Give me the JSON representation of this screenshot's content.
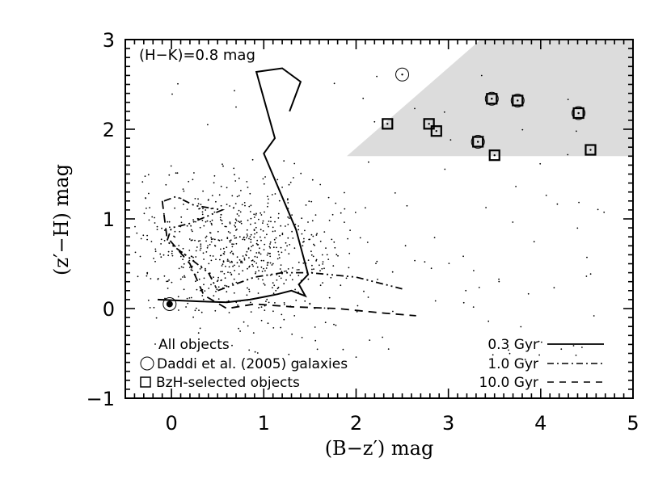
{
  "chart_data": {
    "type": "scatter",
    "title": "",
    "xlabel": "(B−z′) mag",
    "ylabel": "(z′−H) mag",
    "xlim": [
      -0.5,
      5
    ],
    "ylim": [
      -1,
      3
    ],
    "xticks": [
      "0",
      "1",
      "2",
      "3",
      "4",
      "5"
    ],
    "yticks": [
      "−1",
      "0",
      "1",
      "2",
      "3"
    ],
    "grid": false,
    "annotation": "(H−K)=0.8 mag",
    "selection_region": {
      "description": "shaded BzH selection region",
      "color": "#dcdcdc",
      "polygon": [
        [
          1.9,
          1.7
        ],
        [
          3.35,
          3.0
        ],
        [
          5.0,
          3.0
        ],
        [
          5.0,
          1.7
        ]
      ]
    },
    "legend": {
      "left": [
        {
          "label": "All objects",
          "marker": "dot"
        },
        {
          "label": "Daddi et al. (2005) galaxies",
          "marker": "open-circle"
        },
        {
          "label": "BzH-selected objects",
          "marker": "open-square"
        }
      ],
      "right": [
        {
          "label": "0.3 Gyr",
          "linestyle": "solid"
        },
        {
          "label": "1.0 Gyr",
          "linestyle": "dash-dot-dot"
        },
        {
          "label": "10.0 Gyr",
          "linestyle": "dashed"
        }
      ]
    },
    "series": [
      {
        "name": "BzH-selected objects",
        "marker": "square",
        "x": [
          2.34,
          2.79,
          2.87,
          3.32,
          3.47,
          3.75,
          3.5,
          4.41,
          4.54
        ],
        "y": [
          2.06,
          2.06,
          1.98,
          1.86,
          2.34,
          2.32,
          1.71,
          2.18,
          1.77
        ]
      },
      {
        "name": "Daddi et al. (2005) galaxies",
        "marker": "circle",
        "x": [
          2.5,
          3.32,
          3.47,
          3.75,
          4.41,
          -0.02
        ],
        "y": [
          2.61,
          1.86,
          2.34,
          2.32,
          2.18,
          0.05
        ]
      },
      {
        "name": "0.3 Gyr",
        "linestyle": "solid",
        "x": [
          -0.15,
          0.3,
          0.6,
          0.85,
          1.0,
          1.15,
          1.3,
          1.45,
          1.38,
          1.48,
          1.35,
          1.0,
          1.12,
          0.92,
          1.2,
          1.4,
          1.28
        ],
        "y": [
          0.1,
          0.08,
          0.07,
          0.1,
          0.13,
          0.16,
          0.2,
          0.14,
          0.27,
          0.38,
          0.88,
          1.73,
          1.9,
          2.64,
          2.68,
          2.53,
          2.2
        ]
      },
      {
        "name": "1.0 Gyr",
        "linestyle": "dash-dot-dot",
        "x": [
          -0.08,
          0.05,
          0.25,
          0.55,
          0.2,
          0.0,
          -0.05,
          0.15,
          0.4,
          0.5,
          0.9,
          1.2,
          1.5,
          2.0,
          2.5
        ],
        "y": [
          1.2,
          1.25,
          1.15,
          1.1,
          0.95,
          0.9,
          0.75,
          0.6,
          0.4,
          0.2,
          0.35,
          0.4,
          0.4,
          0.35,
          0.22
        ]
      },
      {
        "name": "10.0 Gyr",
        "linestyle": "dashed",
        "x": [
          -0.1,
          -0.05,
          0.2,
          0.35,
          0.6,
          0.9,
          1.3,
          1.8,
          2.3,
          2.65
        ],
        "y": [
          1.2,
          0.8,
          0.5,
          0.15,
          0.0,
          0.05,
          0.02,
          0.0,
          -0.05,
          -0.08
        ]
      }
    ],
    "all_objects_note": "~900 small black dots concentrated at B−z′ 0–2, z′−H 0–1.3, sparse tail to B−z′≈4.7"
  }
}
